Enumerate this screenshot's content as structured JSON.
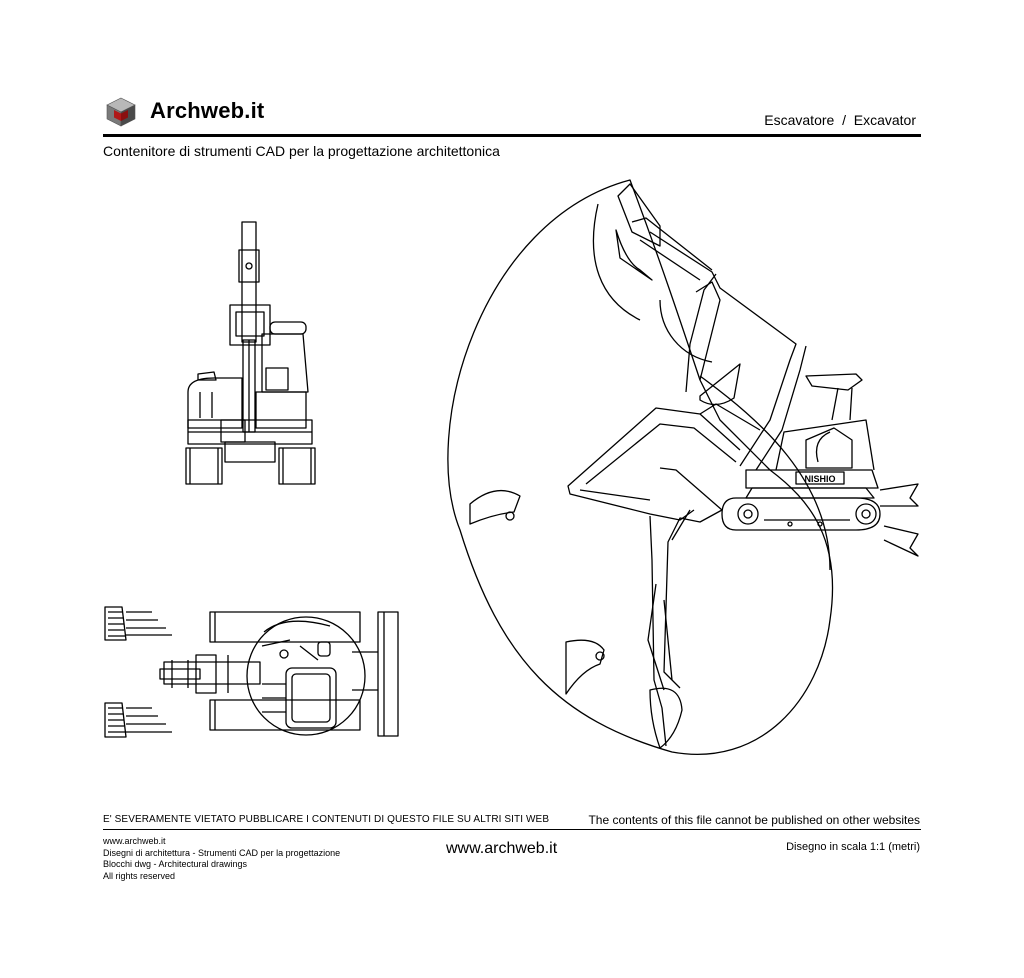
{
  "header": {
    "brand": "Archweb.it",
    "title": "Escavatore  /  Excavator",
    "subtitle": "Contenitore di strumenti CAD per la progettazione architettonica",
    "logo_colors": {
      "top": "#b8b8b8",
      "left": "#7a7a7a",
      "right": "#4a4a4a",
      "core": "#b01818"
    }
  },
  "drawing": {
    "brand_plate": "NISHIO"
  },
  "footer": {
    "warning_it": "E' SEVERAMENTE VIETATO PUBBLICARE I CONTENUTI DI QUESTO FILE SU ALTRI SITI WEB",
    "warning_en": "The contents of this file cannot be published on other websites",
    "lines": [
      "www.archweb.it",
      "Disegni di architettura - Strumenti CAD  per la progettazione",
      "Blocchi dwg - Architectural drawings",
      "All rights reserved"
    ],
    "site": "www.archweb.it",
    "scale": "Disegno in scala 1:1 (metri)"
  }
}
